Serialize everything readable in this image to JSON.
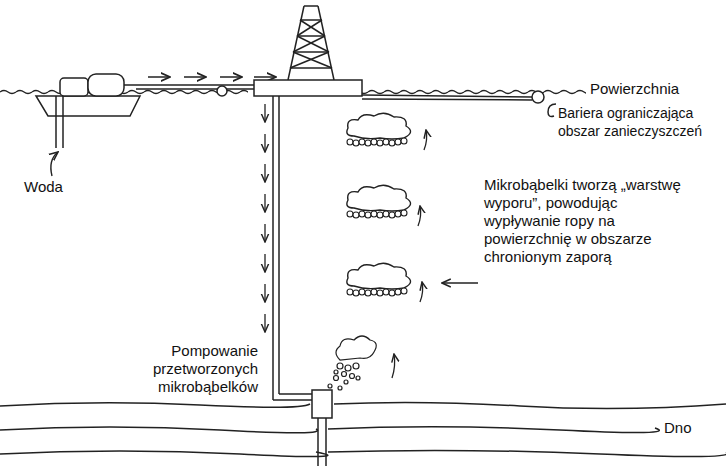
{
  "diagram": {
    "labels": [
      "Powierzchnia",
      "Bariera ograniczająca obszar zanieczyszczeń",
      "Woda",
      "Mikrobąbelki tworzą „warstwę wyporu”, powodując wypływanie ropy na powierzchnię w obszarze chronionym zaporą",
      "Pompowanie przetworzonych mikrobąbelków",
      "Dno"
    ]
  }
}
